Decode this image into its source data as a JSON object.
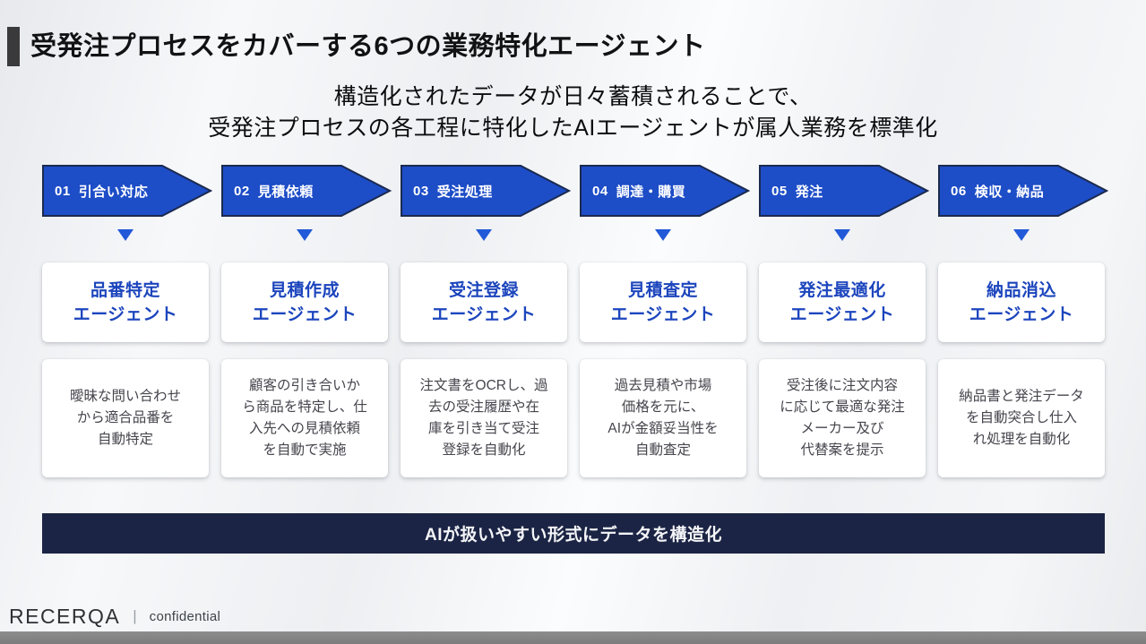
{
  "slide": {
    "title": "受発注プロセスをカバーする6つの業務特化エージェント",
    "subtitle_line1": "構造化されたデータが日々蓄積されることで、",
    "subtitle_line2": "受発注プロセスの各工程に特化したAIエージェントが属人業務を標準化",
    "banner": "AIが扱いやすい形式にデータを構造化",
    "footer": {
      "logo": "RECERQA",
      "divider": "|",
      "label": "confidential"
    }
  },
  "colors": {
    "arrow_fill": "#1d4dc7",
    "arrow_border": "#1b2a4e",
    "agent_text_blue": "#1c45bd",
    "banner_bg": "#1b2444",
    "triangle_blue": "#2159d8",
    "title_accent_bar": "#3a3a3c",
    "bottom_bar_gray": "#828282"
  },
  "steps": [
    {
      "number": "01",
      "label": "引合い対応",
      "agent": "品番特定\nエージェント",
      "description": "曖昧な問い合わせ\nから適合品番を\n自動特定"
    },
    {
      "number": "02",
      "label": "見積依頼",
      "agent": "見積作成\nエージェント",
      "description": "顧客の引き合いか\nら商品を特定し、仕\n入先への見積依頼\nを自動で実施"
    },
    {
      "number": "03",
      "label": "受注処理",
      "agent": "受注登録\nエージェント",
      "description": "注文書をOCRし、過\n去の受注履歴や在\n庫を引き当て受注\n登録を自動化"
    },
    {
      "number": "04",
      "label": "調達・購買",
      "agent": "見積査定\nエージェント",
      "description": "過去見積や市場\n価格を元に、\nAIが金額妥当性を\n自動査定"
    },
    {
      "number": "05",
      "label": "発注",
      "agent": "発注最適化\nエージェント",
      "description": "受注後に注文内容\nに応じて最適な発注\nメーカー及び\n代替案を提示"
    },
    {
      "number": "06",
      "label": "検収・納品",
      "agent": "納品消込\nエージェント",
      "description": "納品書と発注データ\nを自動突合し仕入\nれ処理を自動化"
    }
  ]
}
